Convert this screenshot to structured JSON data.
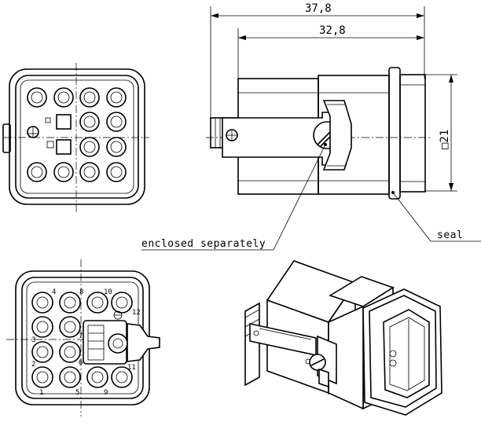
{
  "dimensions": {
    "overall_length": "37,8",
    "body_length": "32,8",
    "square_size": "□21"
  },
  "callouts": {
    "enclosed": "enclosed separately",
    "seal": "seal"
  },
  "pin_numbers": [
    "1",
    "2",
    "3",
    "4",
    "5",
    "6",
    "7",
    "8",
    "9",
    "10",
    "11",
    "12"
  ]
}
